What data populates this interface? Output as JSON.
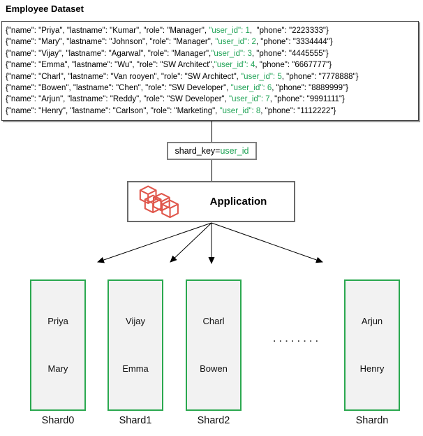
{
  "title": "Employee Dataset",
  "dataset": {
    "records": [
      {
        "before": "{\"name\": \"Priya\", \"lastname\": \"Kumar\", \"role\": \"Manager\", ",
        "key": "\"user_id\": 1",
        "after": ",  \"phone\": \"2223333\"}"
      },
      {
        "before": "{\"name\": \"Mary\", \"lastname\": \"Johnson\", \"role\": \"Manager\", ",
        "key": "\"user_id\": 2",
        "after": ", \"phone\": \"3334444\"}"
      },
      {
        "before": "{\"name\": \"Vijay\", \"lastname\": \"Agarwal\", \"role\": \"Manager\",",
        "key": "\"user_id\": 3",
        "after": ", \"phone\": \"4445555\"}"
      },
      {
        "before": "{\"name\": \"Emma\", \"lastname\": \"Wu\", \"role\": \"SW Architect\",",
        "key": "\"user_id\": 4",
        "after": ", \"phone\": \"6667777\"}"
      },
      {
        "before": "{\"name\": \"Charl\", \"lastname\": \"Van rooyen\", \"role\": \"SW Architect\", ",
        "key": "\"user_id\": 5",
        "after": ", \"phone\": \"7778888\"}"
      },
      {
        "before": "{\"name\": \"Bowen\", \"lastname\": \"Chen\", \"role\": \"SW Developer\", ",
        "key": "\"user_id\": 6",
        "after": ", \"phone\": \"8889999\"}"
      },
      {
        "before": "{\"name\": \"Arjun\", \"lastname\": \"Reddy\", \"role\": \"SW Developer\", ",
        "key": "\"user_id\": 7",
        "after": ", \"phone\": \"9991111\"}"
      },
      {
        "before": "{\"name\": \"Henry\", \"lastname\": \"Carlson\", \"role\": \"Marketing\", ",
        "key": "\"user_id\": 8",
        "after": ", \"phone\": \"1112222\"}"
      }
    ]
  },
  "shard_key": {
    "prefix": "shard_key=",
    "key": "user_id"
  },
  "application": {
    "label": "Application",
    "icon": "cubes-icon"
  },
  "shards": [
    {
      "label": "Shard0",
      "names": [
        "Priya",
        "Mary"
      ]
    },
    {
      "label": "Shard1",
      "names": [
        "Vijay",
        "Emma"
      ]
    },
    {
      "label": "Shard2",
      "names": [
        "Charl",
        "Bowen"
      ]
    },
    {
      "label": "Shardn",
      "names": [
        "Arjun",
        "Henry"
      ]
    }
  ],
  "ellipsis": ". . . . . . . .",
  "colors": {
    "key_green": "#20a356",
    "shard_green": "#2aa84f",
    "icon_red": "#e0574c",
    "box_fill": "#f2f2f2"
  }
}
